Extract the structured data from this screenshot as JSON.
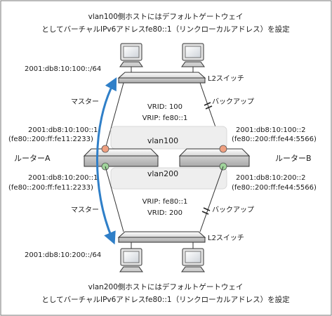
{
  "caption_top": {
    "line1": "vlan100側ホストにはデフォルトゲートウェイ",
    "line2": "としてバーチャルIPv6アドレスfe80::1（リンクローカルアドレス）を設定"
  },
  "caption_bottom": {
    "line1": "vlan200側ホストにはデフォルトゲートウェイ",
    "line2": "としてバーチャルIPv6アドレスfe80::1（リンクローカルアドレス）を設定"
  },
  "network_top": {
    "prefix": "2001:db8:10:100::/64",
    "switch_label": "L2スイッチ"
  },
  "network_bottom": {
    "prefix": "2001:db8:10:200::/64",
    "switch_label": "L2スイッチ"
  },
  "vrrp_top": {
    "master_label": "マスター",
    "backup_label": "バックアップ",
    "vrid": "VRID: 100",
    "vrip": "VRIP: fe80::1"
  },
  "vrrp_bottom": {
    "master_label": "マスター",
    "backup_label": "バックアップ",
    "vrid": "VRID: 200",
    "vrip": "VRIP: fe80::1"
  },
  "vlans": {
    "top": "vlan100",
    "bottom": "vlan200"
  },
  "router_a": {
    "name": "ルーターA",
    "vlan100_addr": "2001:db8:10:100::1",
    "vlan100_ll": "(fe80::200:ff:fe11:2233)",
    "vlan200_addr": "2001:db8:10:200::1",
    "vlan200_ll": "(fe80::200:ff:fe11:2233)"
  },
  "router_b": {
    "name": "ルーターB",
    "vlan100_addr": "2001:db8:10:100::2",
    "vlan100_ll": "(fe80::200:ff:fe44:5566)",
    "vlan200_addr": "2001:db8:10:200::2",
    "vlan200_ll": "(fe80::200:ff:fe44:5566)"
  },
  "colors": {
    "arrow": "#2f7fc8",
    "vlan100_port": "#f0a080",
    "vlan200_port": "#9fd49a",
    "vlan_band": "#eeeeee"
  }
}
